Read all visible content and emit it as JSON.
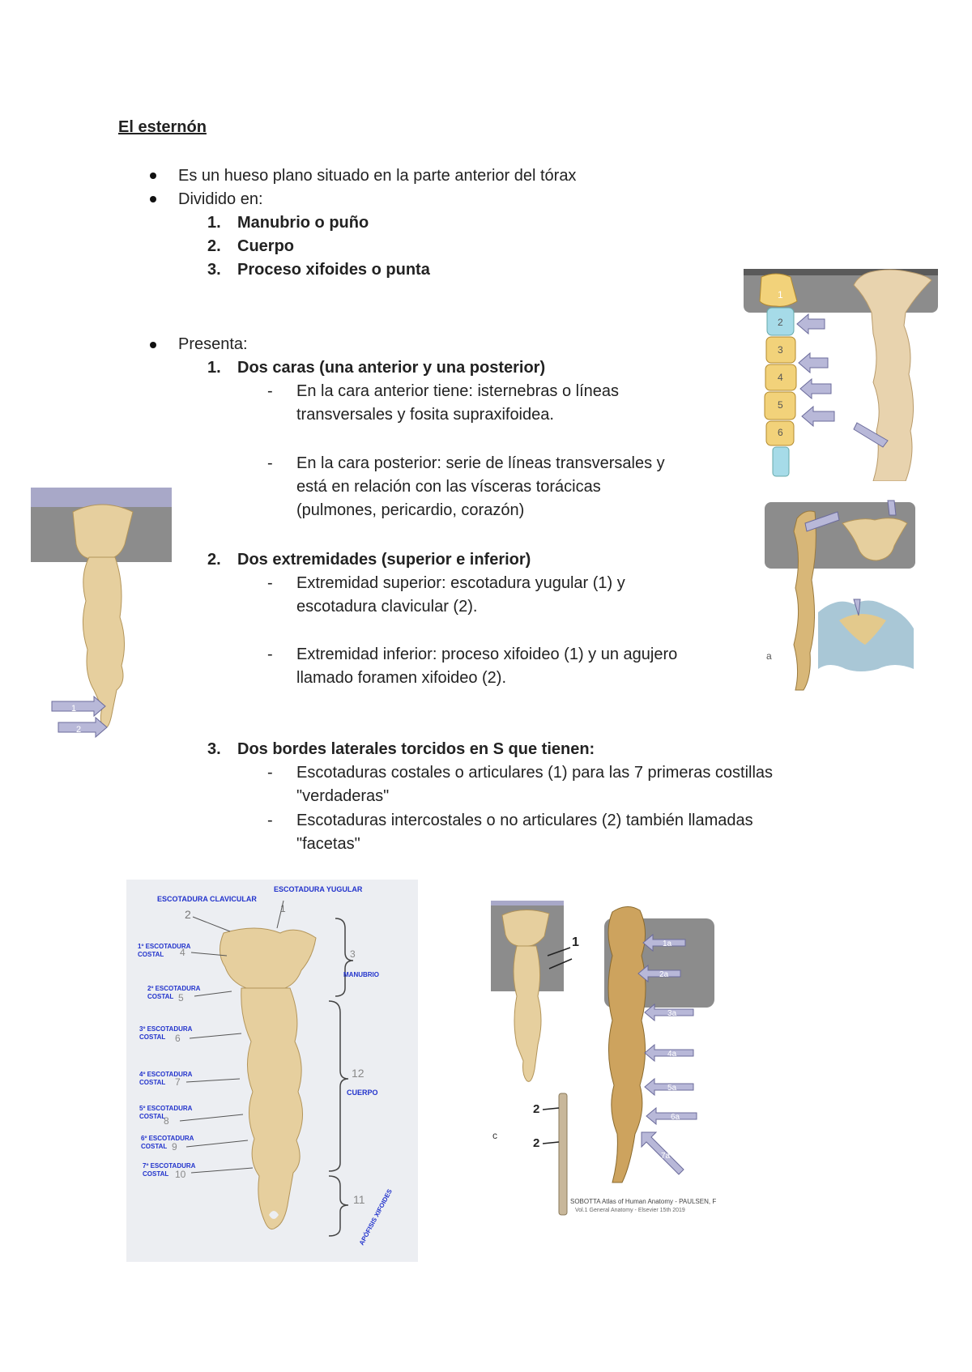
{
  "title": "El esternón",
  "intro": {
    "b1": "Es un hueso plano situado en la parte anterior del tórax",
    "b2": "Dividido en:",
    "parts": [
      {
        "n": "1.",
        "label": "Manubrio o puño"
      },
      {
        "n": "2.",
        "label": "Cuerpo"
      },
      {
        "n": "3.",
        "label": "Proceso xifoides o punta"
      }
    ]
  },
  "presenta": {
    "label": "Presenta:",
    "s1": {
      "n": "1.",
      "head": "Dos caras (una anterior y una posterior)",
      "d1a": "En la cara anterior tiene: isternebras o líneas",
      "d1b": "transversales y fosita supraxifoidea.",
      "d2a": "En la cara posterior: serie de líneas transversales y",
      "d2b": "está en relación con las vísceras torácicas",
      "d2c": "(pulmones, pericardio, corazón)"
    },
    "s2": {
      "n": "2.",
      "head": "Dos extremidades (superior e inferior)",
      "d1a": "Extremidad superior: escotadura yugular (1)  y",
      "d1b": "escotadura clavicular (2).",
      "d2a": "Extremidad inferior: proceso xifoideo (1) y un agujero",
      "d2b": " llamado foramen xifoideo (2)."
    },
    "s3": {
      "n": "3.",
      "head": "Dos bordes laterales torcidos en S que tienen:",
      "d1a": "Escotaduras costales o articulares (1) para las 7 primeras costillas",
      "d1b": "\"verdaderas\"",
      "d2a": "Escotaduras intercostales o no articulares (2) también llamadas",
      "d2b": "\"facetas\""
    }
  },
  "fig_top_right": {
    "labels": [
      "1",
      "2",
      "3",
      "4",
      "5",
      "6"
    ]
  },
  "fig_left": {
    "arrows": [
      "1",
      "2"
    ]
  },
  "fig_mid_right": {
    "caption": "a"
  },
  "fig_bottom_left": {
    "clavicular": "ESCOTADURA CLAVICULAR",
    "yugular": "ESCOTADURA YUGULAR",
    "costal": [
      [
        "1º ESCOTADURA",
        "COSTAL"
      ],
      [
        "2º ESCOTADURA",
        "COSTAL"
      ],
      [
        "3º ESCOTADURA",
        "COSTAL"
      ],
      [
        "4º ESCOTADURA",
        "COSTAL"
      ],
      [
        "5º ESCOTADURA",
        "COSTAL"
      ],
      [
        "6º ESCOTADURA",
        "COSTAL"
      ],
      [
        "7º ESCOTADURA",
        "COSTAL"
      ]
    ],
    "manubrio": "MANUBRIO",
    "cuerpo": "CUERPO",
    "apofisis": "APÓFISIS XIFOIDES",
    "nums": [
      "2",
      "1",
      "3",
      "4",
      "5",
      "6",
      "7",
      "8",
      "9",
      "10",
      "12",
      "11"
    ]
  },
  "fig_bottom_right": {
    "label1": "1",
    "arrows": [
      "1a",
      "2a",
      "3a",
      "4a",
      "5a",
      "6a",
      "7a"
    ],
    "label2a": "2",
    "label2b": "2",
    "c": "c",
    "credit1": "SOBOTTA Atlas of Human Anatomy - PAULSEN, F",
    "credit2": "Vol.1 General Anatomy - Elsevier 15th 2019"
  }
}
